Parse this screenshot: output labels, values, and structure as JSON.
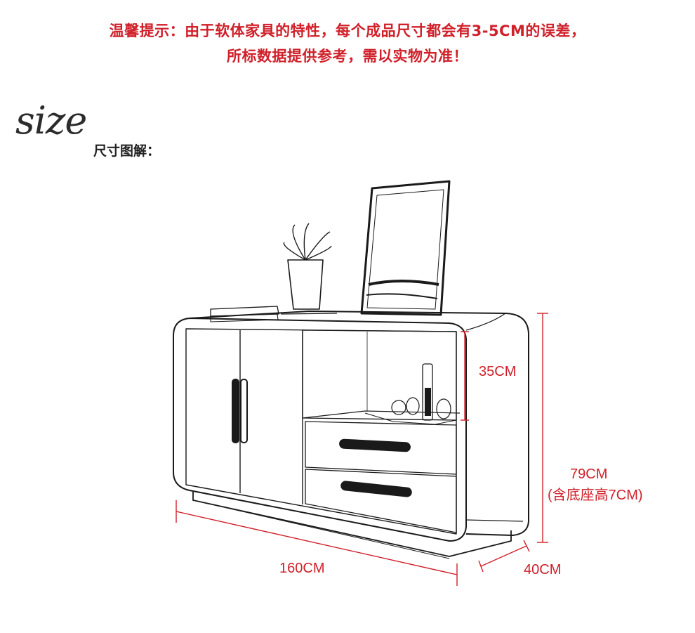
{
  "notice": {
    "line1": "温馨提示：由于软体家具的特性，每个成品尺寸都会有3-5CM的误差，",
    "line2": "所标数据提供参考，需以实物为准！"
  },
  "header": {
    "size_word": "size",
    "subtitle": "尺寸图解："
  },
  "dimensions": {
    "shelf_height": "35CM",
    "total_height": "79CM",
    "base_note": "(含底座高7CM)",
    "width": "160CM",
    "depth": "40CM"
  },
  "colors": {
    "accent": "#d0202a",
    "line": "#1a1a1a"
  }
}
